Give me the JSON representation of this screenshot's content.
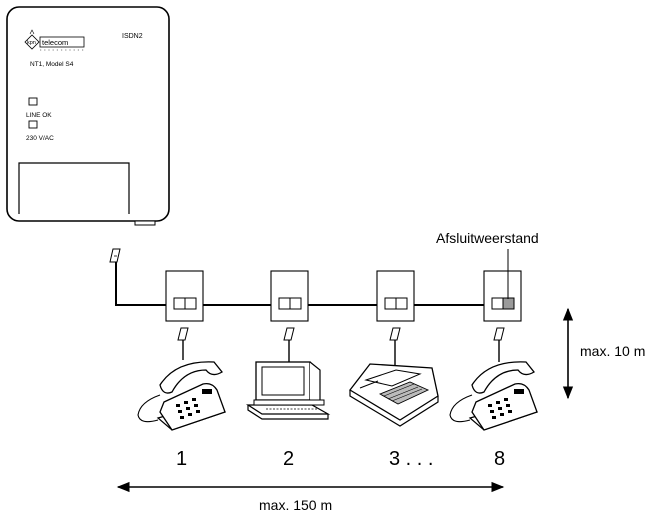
{
  "device": {
    "brand_kpn": "kpn",
    "brand_telecom": "telecom",
    "model_type": "ISDN2",
    "model_name": "NT1, Model S4",
    "led_line_ok": "LINE OK",
    "led_power": "230 V/AC"
  },
  "labels": {
    "terminator": "Afsluitweerstand",
    "max_height": "max. 10 m",
    "max_length": "max. 150 m"
  },
  "devices": [
    {
      "number": "1",
      "icon": "telephone-icon"
    },
    {
      "number": "2",
      "icon": "computer-icon"
    },
    {
      "number": "3 . . .",
      "icon": "fax-machine-icon"
    },
    {
      "number": "8",
      "icon": "telephone-icon"
    }
  ]
}
